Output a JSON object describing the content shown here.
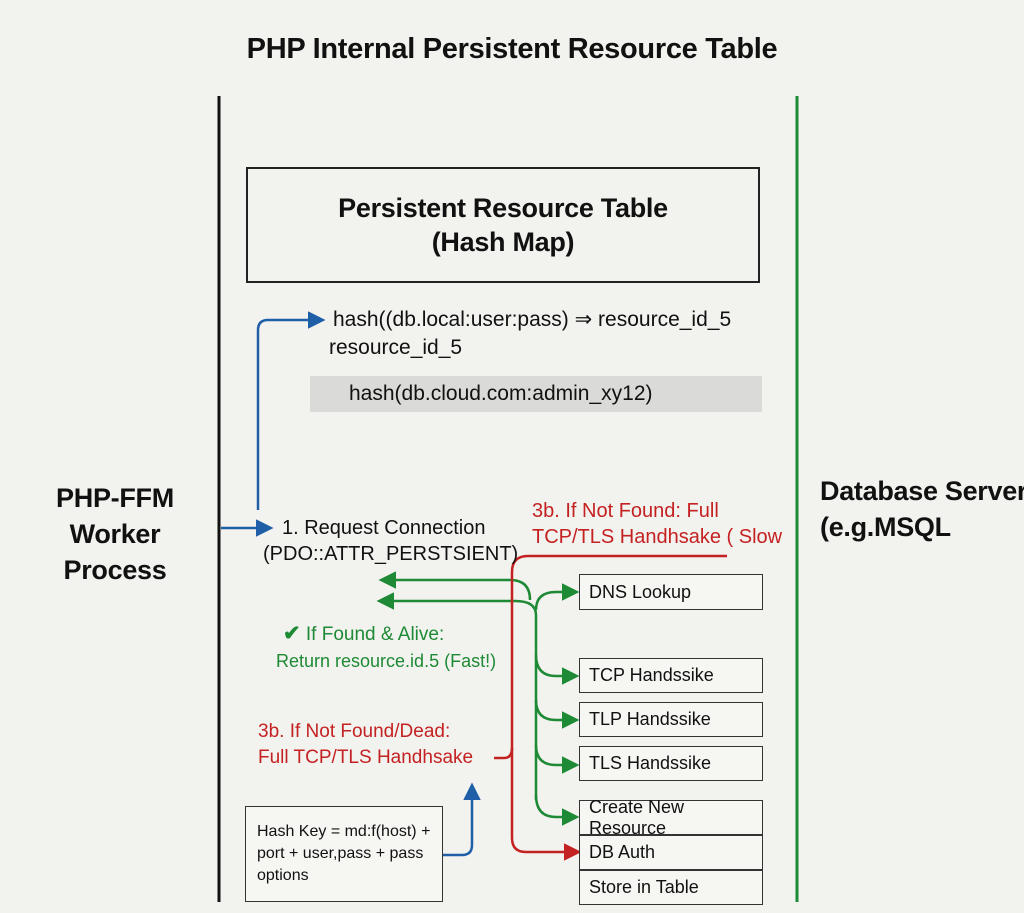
{
  "title": "PHP Internal Persistent Resource Table",
  "table_box": {
    "line1": "Persistent Resource Table",
    "line2": "(Hash Map)"
  },
  "entries": {
    "entry1_line1": "hash((db.local:user:pass) ⇒ resource_id_5",
    "entry1_line2": "resource_id_5",
    "entry2": "hash(db.cloud.com:admin_xy12)"
  },
  "worker_label": "PHP-FFM Worker Process",
  "server_label": "Database Server (e.g.MSQL",
  "request": {
    "line1": "1. Request Connection",
    "line2": "(PDO::ATTR_PERSTSIENT)"
  },
  "found": {
    "check_icon": "checkmark-icon",
    "line1": "If Found & Alive:",
    "line2": "Return resource.id.5 (Fast!)"
  },
  "not_found_top": {
    "line1": "3b. If Not Found: Full",
    "line2": "TCP/TLS Handhsake ( Slow"
  },
  "not_found_dead": {
    "line1": "3b. If Not Found/Dead:",
    "line2": "Full TCP/TLS Handhsake"
  },
  "steps": [
    "DNS Lookup",
    "TCP Handssike",
    "TLP Handssike",
    "TLS Handssike",
    "Create New Resource",
    "DB Auth",
    "Store in Table"
  ],
  "hash_key": "Hash Key = md:f(host) + port + user,pass + pass options",
  "colors": {
    "blue": "#1f5fa8",
    "green": "#1e8a35",
    "red": "#c42222",
    "server_line": "#1e8a35"
  }
}
